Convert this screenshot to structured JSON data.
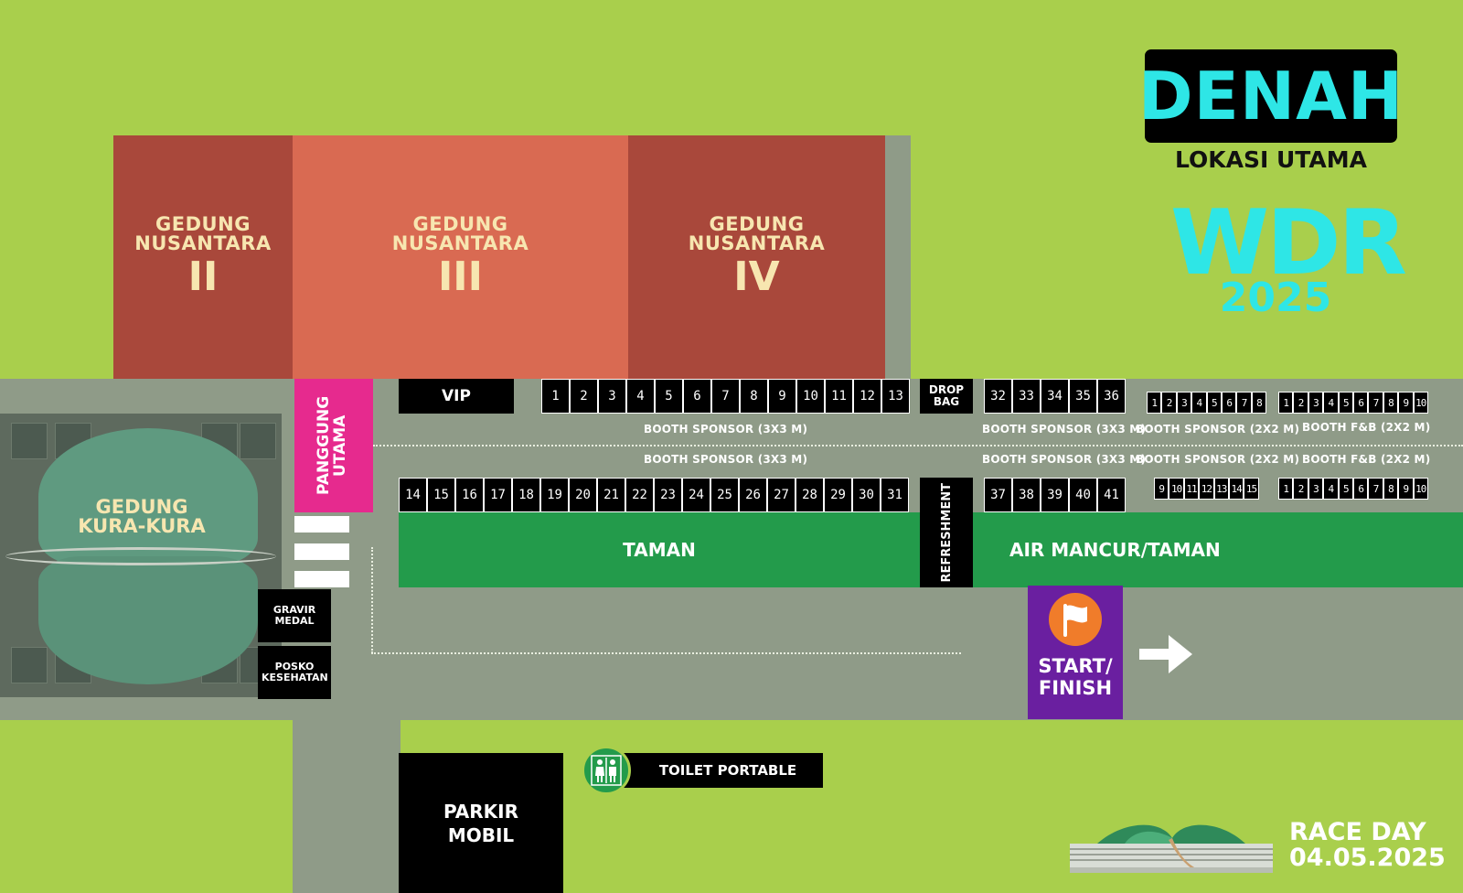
{
  "header": {
    "title": "DENAH",
    "subtitle": "LOKASI UTAMA",
    "logo_text": "WDR",
    "logo_year": "2025"
  },
  "buildings": {
    "nusantara_2": {
      "name": "GEDUNG NUSANTARA",
      "numeral": "II"
    },
    "nusantara_3": {
      "name": "GEDUNG NUSANTARA",
      "numeral": "III"
    },
    "nusantara_4": {
      "name": "GEDUNG NUSANTARA",
      "numeral": "IV"
    },
    "kura_kura": {
      "name": "GEDUNG KURA-KURA"
    }
  },
  "areas": {
    "panggung_utama": "PANGGUNG UTAMA",
    "vip": "VIP",
    "drop_bag": "DROP BAG",
    "refreshment": "REFRESHMENT",
    "taman": "TAMAN",
    "air_mancur": "AIR MANCUR/TAMAN",
    "gravir_medal": "GRAVIR MEDAL",
    "posko_kesehatan": "POSKO KESEHATAN",
    "parkir_mobil": "PARKIR MOBIL",
    "toilet_portable": "TOILET PORTABLE",
    "start_finish": "START/ FINISH"
  },
  "booths": {
    "sponsor_3x3_top": [
      "1",
      "2",
      "3",
      "4",
      "5",
      "6",
      "7",
      "8",
      "9",
      "10",
      "11",
      "12",
      "13"
    ],
    "sponsor_3x3_bottom": [
      "14",
      "15",
      "16",
      "17",
      "18",
      "19",
      "20",
      "21",
      "22",
      "23",
      "24",
      "25",
      "26",
      "27",
      "28",
      "29",
      "30",
      "31"
    ],
    "sponsor_3x3_right_top": [
      "32",
      "33",
      "34",
      "35",
      "36"
    ],
    "sponsor_3x3_right_bottom": [
      "37",
      "38",
      "39",
      "40",
      "41"
    ],
    "sponsor_2x2_top": [
      "1",
      "2",
      "3",
      "4",
      "5",
      "6",
      "7",
      "8"
    ],
    "sponsor_2x2_bottom": [
      "9",
      "10",
      "11",
      "12",
      "13",
      "14",
      "15"
    ],
    "fnb_2x2_top": [
      "1",
      "2",
      "3",
      "4",
      "5",
      "6",
      "7",
      "8",
      "9",
      "10"
    ],
    "fnb_2x2_bottom": [
      "1",
      "2",
      "3",
      "4",
      "5",
      "6",
      "7",
      "8",
      "9",
      "10"
    ],
    "label_sponsor_3x3": "BOOTH SPONSOR (3X3 M)",
    "label_sponsor_2x2": "BOOTH SPONSOR (2X2 M)",
    "label_fnb_2x2": "BOOTH F&B (2X2 M)"
  },
  "race": {
    "label": "RACE DAY",
    "date": "04.05.2025"
  },
  "icons": {
    "flag": "flag-icon",
    "toilet": "toilet-icon",
    "arrow": "arrow-right-icon"
  },
  "colors": {
    "grass": "#a9cf4c",
    "road": "#8f9b88",
    "building_dark": "#a9483b",
    "building_light": "#d96a52",
    "stage": "#e62a8e",
    "park": "#239b4b",
    "start_finish": "#6a1fa0",
    "flag_circle": "#f07c2a",
    "title_cyan": "#2ee6e6"
  }
}
